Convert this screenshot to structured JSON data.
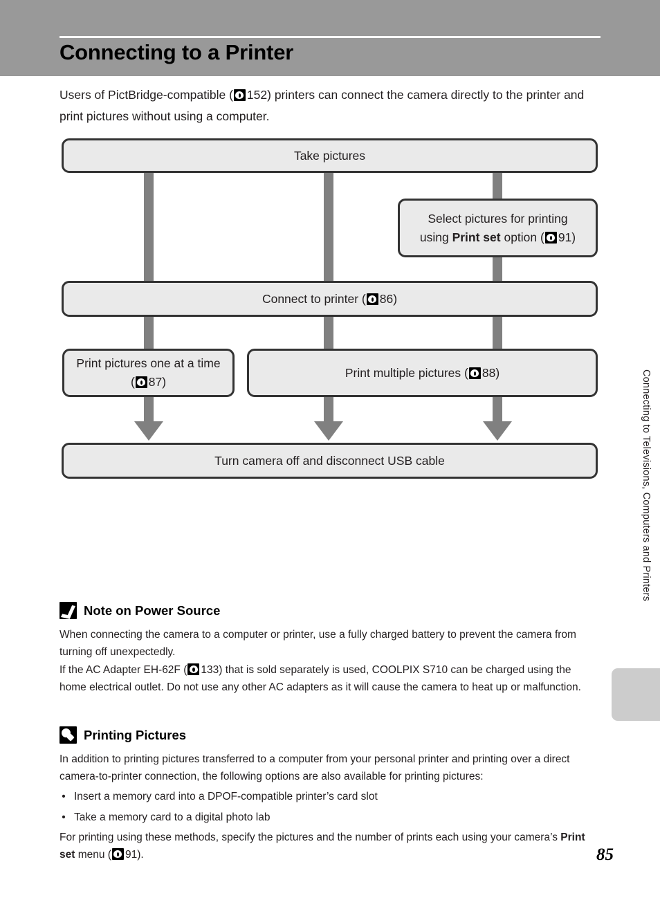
{
  "page": {
    "number": "85",
    "side_text": "Connecting to Televisions, Computers and Printers"
  },
  "header": {
    "title": "Connecting to a Printer",
    "band_color": "#999999"
  },
  "intro": {
    "part1": "Users of PictBridge-compatible (",
    "ref1": "152",
    "part2": ") printers can connect the camera directly to the printer and print pictures without using a computer."
  },
  "flowchart": {
    "type": "flowchart",
    "boxes": [
      {
        "id": "take-pictures",
        "text": "Take pictures",
        "ref": ""
      },
      {
        "id": "select-pictures",
        "line1": "Select pictures for printing",
        "line2_a": "using ",
        "line2_bold": "Print set",
        "line2_b": " option (",
        "ref": "91",
        "line2_c": ")"
      },
      {
        "id": "connect-printer",
        "text_a": "Connect to printer (",
        "ref": "86",
        "text_b": ")"
      },
      {
        "id": "print-one",
        "text_a": "Print pictures one at a time (",
        "ref": "87",
        "text_b": ")"
      },
      {
        "id": "print-multiple",
        "text_a": "Print multiple pictures (",
        "ref": "88",
        "text_b": ")"
      },
      {
        "id": "turn-off",
        "text": "Turn camera off and disconnect USB cable",
        "ref": ""
      }
    ],
    "connector_color": "#808080",
    "box_fill": "#eaeaea",
    "box_border": "#333333"
  },
  "notes": [
    {
      "id": "note-power-source",
      "icon": "check-badge-icon",
      "title": "Note on Power Source",
      "paragraphs": [
        {
          "text": "When connecting the camera to a computer or printer, use a fully charged battery to prevent the camera from turning off unexpectedly."
        }
      ],
      "para2_a": "If the AC Adapter EH-62F (",
      "para2_ref": "133",
      "para2_b": ") that is sold separately is used, COOLPIX S710 can be charged using the home electrical outlet. Do not use any other AC adapters as it will cause the camera to heat up or malfunction."
    },
    {
      "id": "note-printing-pictures",
      "icon": "lightbulb-badge-icon",
      "title": "Printing Pictures",
      "intro": "In addition to printing pictures transferred to a computer from your personal printer and printing over a direct camera-to-printer connection, the following options are also available for printing pictures:",
      "bullets": [
        "Insert a memory card into a DPOF-compatible printer’s card slot",
        "Take a memory card to a digital photo lab"
      ],
      "closing_a": "For printing using these methods, specify the pictures and the number of prints each using your camera’s ",
      "closing_bold": "Print set",
      "closing_b": " menu (",
      "closing_ref": "91",
      "closing_c": ")."
    }
  ]
}
